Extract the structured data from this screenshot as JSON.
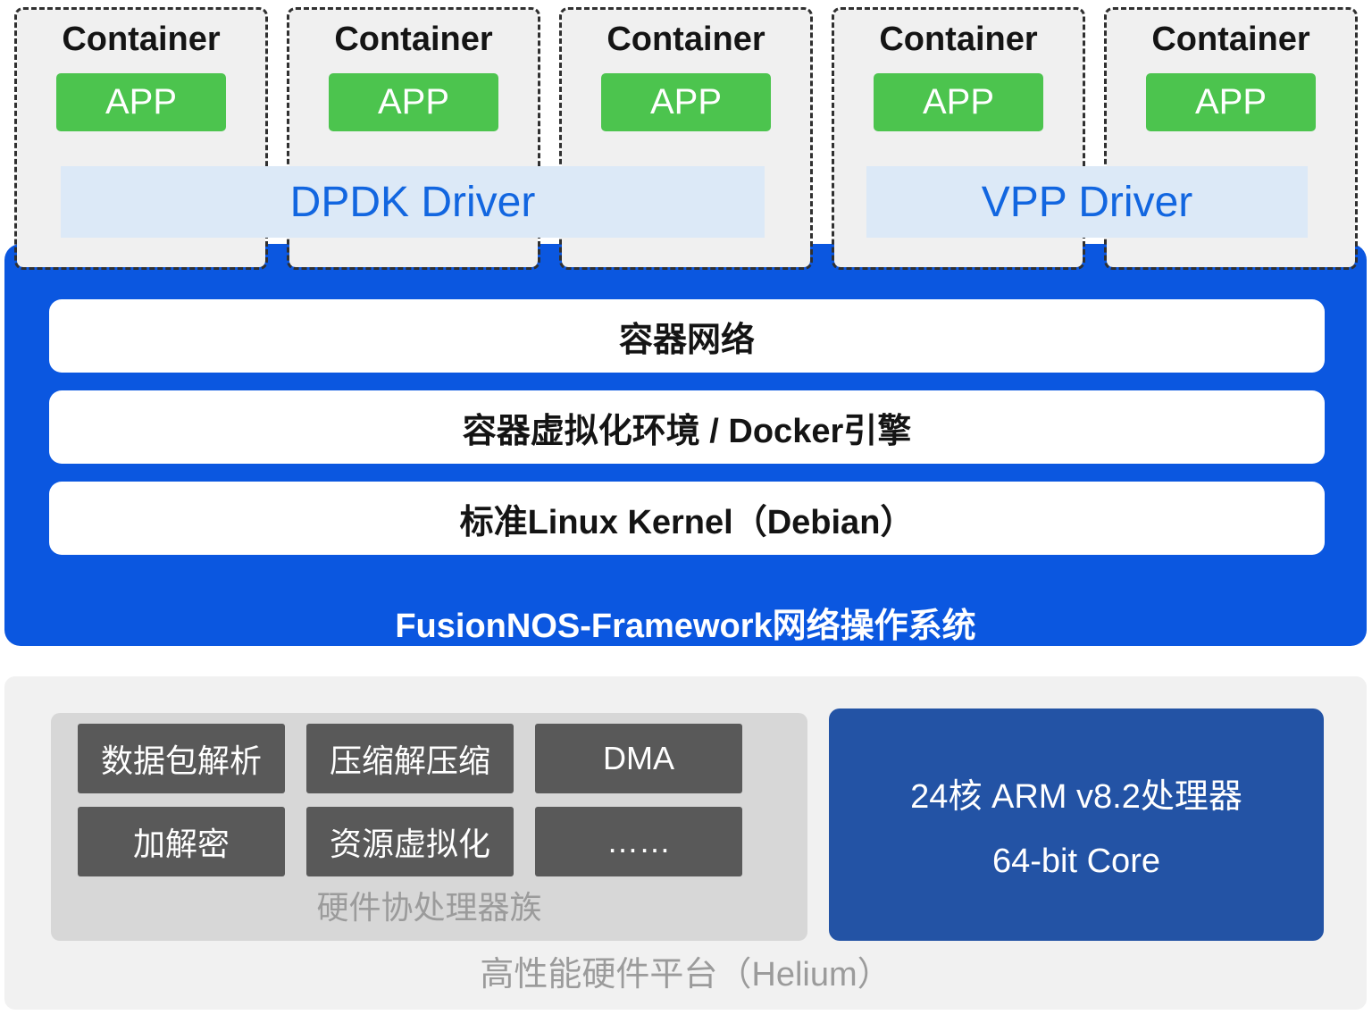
{
  "containers": [
    {
      "title": "Container",
      "app_label": "APP"
    },
    {
      "title": "Container",
      "app_label": "APP"
    },
    {
      "title": "Container",
      "app_label": "APP"
    },
    {
      "title": "Container",
      "app_label": "APP"
    },
    {
      "title": "Container",
      "app_label": "APP"
    }
  ],
  "drivers": [
    {
      "label": "DPDK Driver",
      "spans_containers": [
        1,
        2,
        3
      ]
    },
    {
      "label": "VPP Driver",
      "spans_containers": [
        4,
        5
      ]
    }
  ],
  "os": {
    "layers": [
      "容器网络",
      "容器虚拟化环境 / Docker引擎",
      "标准Linux Kernel（Debian）"
    ],
    "label": "FusionNOS-Framework网络操作系统"
  },
  "hardware": {
    "chips": [
      "数据包解析",
      "压缩解压缩",
      "DMA",
      "加解密",
      "资源虚拟化",
      "……"
    ],
    "coprocessor_label": "硬件协处理器族",
    "cpu": {
      "line1": "24核 ARM v8.2处理器",
      "line2": "64-bit Core"
    },
    "platform_label": "高性能硬件平台（Helium）"
  },
  "colors": {
    "os_blue": "#0b57e0",
    "driver_bar_bg": "#dce9f7",
    "driver_text_blue": "#1266e0",
    "app_green": "#4cc44e",
    "container_gray": "#f0f0f0",
    "container_border": "#303030",
    "platform_gray": "#f1f1f1",
    "coprocessor_gray": "#d7d7d7",
    "chip_dark_gray": "#595959",
    "cpu_navy": "#2353a5",
    "muted_label_gray": "#9b9b9b"
  }
}
